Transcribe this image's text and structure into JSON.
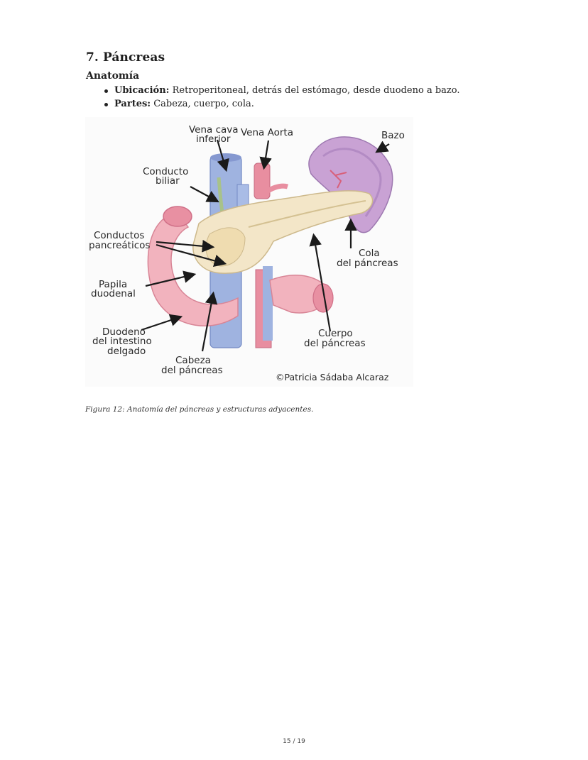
{
  "section": {
    "title": "7. Páncreas",
    "subtitle": "Anatomía",
    "bullets": [
      {
        "label": "Ubicación:",
        "text": " Retroperitoneal, detrás del estómago, desde duodeno a bazo."
      },
      {
        "label": "Partes:",
        "text": " Cabeza, cuerpo, cola."
      }
    ]
  },
  "figure": {
    "labels": {
      "vena_cava_1": "Vena cava",
      "vena_cava_2": "inferior",
      "vena_aorta": "Vena Aorta",
      "bazo": "Bazo",
      "conducto_biliar_1": "Conducto",
      "conducto_biliar_2": "biliar",
      "conductos_pancreaticos_1": "Conductos",
      "conductos_pancreaticos_2": "pancreáticos",
      "cola_1": "Cola",
      "cola_2": "del páncreas",
      "papila_1": "Papila",
      "papila_2": "duodenal",
      "duodeno_1": "Duodeno",
      "duodeno_2": "del intestino",
      "duodeno_3": "delgado",
      "cuerpo_1": "Cuerpo",
      "cuerpo_2": "del páncreas",
      "cabeza_1": "Cabeza",
      "cabeza_2": "del páncreas",
      "copyright": "©Patricia Sádaba Alcaraz"
    },
    "caption": "Figura 12: Anatomía del páncreas y estructuras adyacentes."
  },
  "footer": {
    "page_number": "15 / 19"
  }
}
